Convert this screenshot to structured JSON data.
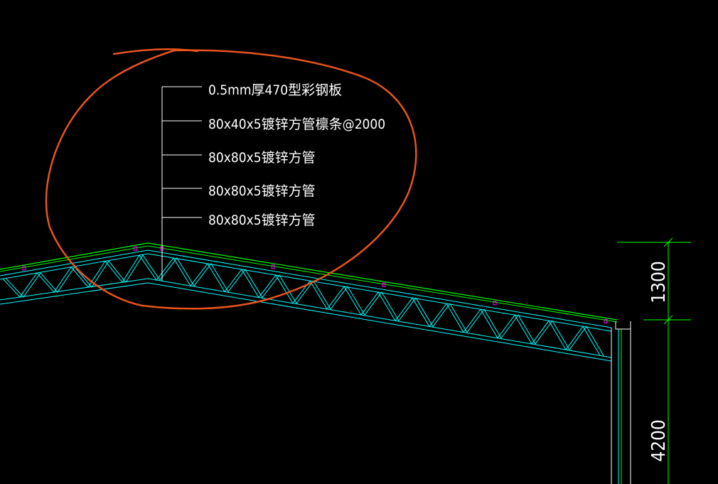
{
  "colors": {
    "background": "#000000",
    "text": "#ffffff",
    "truss": "#00ffff",
    "roof_sheet": "#00ff00",
    "dimension": "#00ff00",
    "markers": "#ff00ff",
    "annotation_circle": "#e8541c"
  },
  "callout": {
    "labels": [
      "0.5mm厚470型彩钢板",
      "80x40x5镀锌方管檩条@2000",
      "80x80x5镀锌方管",
      "80x80x5镀锌方管",
      "80x80x5镀锌方管"
    ]
  },
  "dimensions": {
    "upper": "1300",
    "lower": "4200"
  },
  "annotation": {
    "shape": "hand-drawn circle",
    "color_name": "orange"
  }
}
